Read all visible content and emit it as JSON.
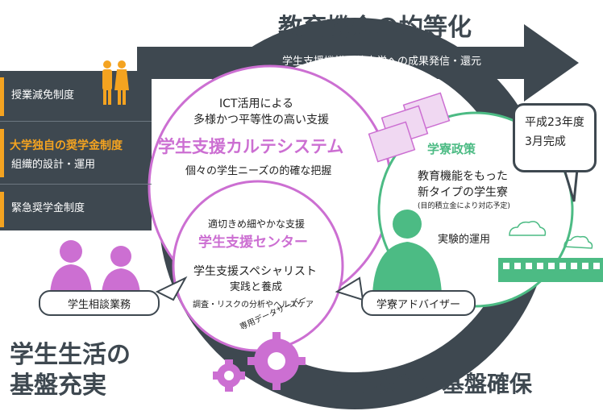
{
  "header": {
    "title": "教育機会の均等化",
    "arrow_text": "学生支援機構や他大学への成果発信・還元"
  },
  "left_panel": {
    "items": [
      {
        "label": "授業減免制度"
      },
      {
        "label": "大学独自の奨学金制度"
      },
      {
        "label": "組織的設計・運用"
      },
      {
        "label": "緊急奨学金制度"
      }
    ],
    "accent_color": "#f4a320"
  },
  "carte": {
    "line1": "ICT活用による",
    "line2": "多様かつ平等性の高い支援",
    "title": "学生支援カルテシステム",
    "line3": "個々の学生ニーズの的確な把握"
  },
  "center": {
    "line1": "適切きめ細やかな支援",
    "title": "学生支援センター",
    "line2": "学生支援スペシャリスト",
    "line3": "実践と養成",
    "line4": "調査・リスクの分析やヘルスケア"
  },
  "dorm": {
    "title": "学寮政策",
    "line1": "教育機能をもった",
    "line2": "新タイプの学生寮",
    "line3": "(目的積立金により対応予定)",
    "line4": "実験的運用"
  },
  "bubble": {
    "line1": "平成23年度",
    "line2": "3月完成"
  },
  "labels": {
    "counsel": "学生相談業務",
    "advisor": "学寮アドバイザー",
    "server": "専用データサーバー"
  },
  "bottom": {
    "left_line1": "学生生活の",
    "left_line2": "基盤充実",
    "right": "教育機能の基盤確保"
  },
  "colors": {
    "dark": "#3e4850",
    "purple": "#cc6fd2",
    "green": "#4cbb84",
    "orange": "#f4a320"
  }
}
